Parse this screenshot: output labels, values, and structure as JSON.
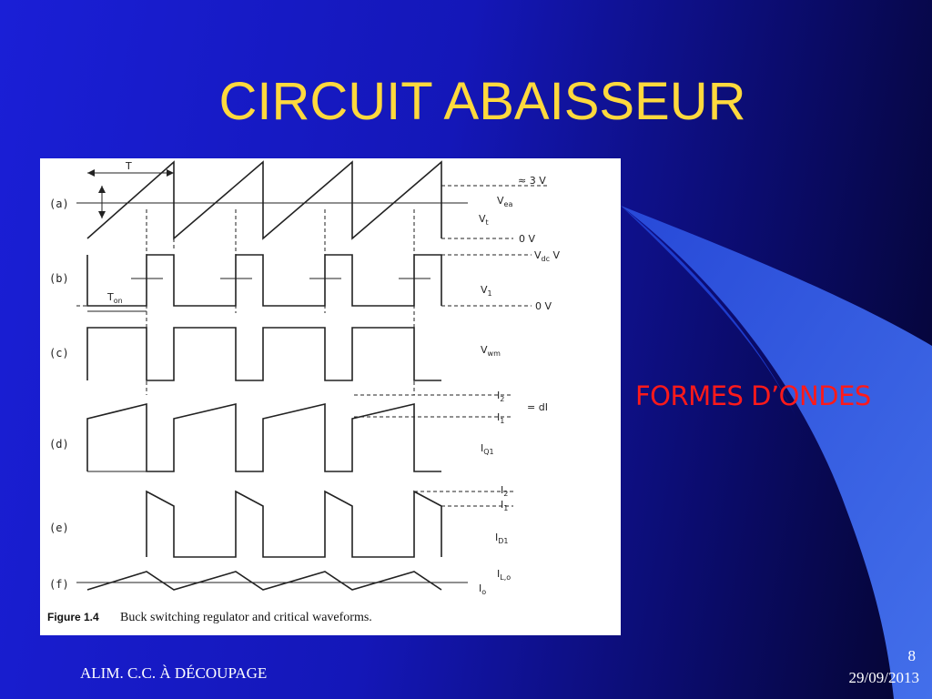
{
  "slide": {
    "title": "CIRCUIT ABAISSEUR",
    "subtitle": "FORMES D’ONDES",
    "footer_left": "ALIM. C.C. À DÉCOUPAGE",
    "page_number": "8",
    "date": "29/09/2013"
  },
  "figure": {
    "caption_label": "Figure 1.4",
    "caption_text": "Buck switching regulator and critical waveforms.",
    "period_label": "T",
    "ton_label": "T",
    "ton_sub": "on",
    "rows": [
      "(a)",
      "(b)",
      "(c)",
      "(d)",
      "(e)",
      "(f)"
    ],
    "labels": {
      "a_3v": "≈ 3 V",
      "a_vea": "V",
      "a_vea_sub": "ea",
      "a_vt": "V",
      "a_vt_sub": "t",
      "a_0v": "0 V",
      "b_vdc": "V",
      "b_vdc_sub": "dc",
      "b_vdc_unit": " V",
      "b_v1": "V",
      "b_v1_sub": "1",
      "b_0v": "0 V",
      "c_vwm": "V",
      "c_vwm_sub": "wm",
      "d_i2": "I",
      "d_i2_sub": "2",
      "d_i1": "I",
      "d_i1_sub": "1",
      "d_di": "= dI",
      "d_iq1": "I",
      "d_iq1_sub": "Q1",
      "e_i2": "I",
      "e_i2_sub": "2",
      "e_i1": "I",
      "e_i1_sub": "1",
      "e_id1": "I",
      "e_id1_sub": "D1",
      "f_il0": "I",
      "f_il0_sub": "L,o",
      "f_io": "I",
      "f_io_sub": "o"
    }
  }
}
